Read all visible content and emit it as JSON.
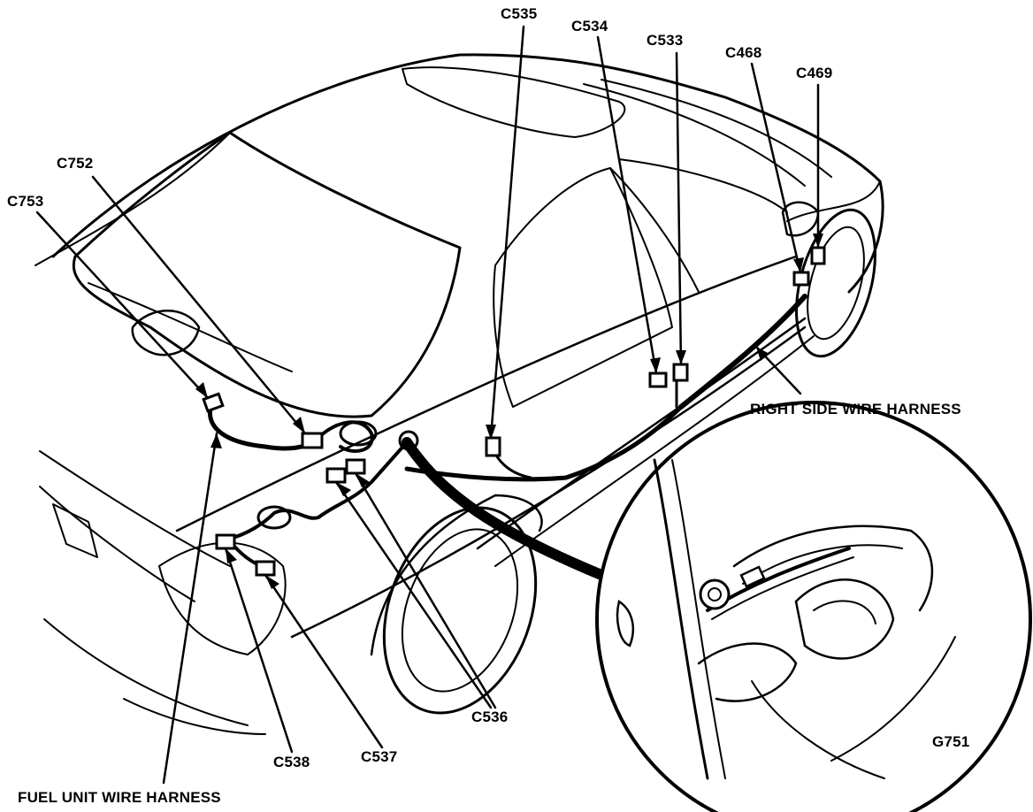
{
  "labels": {
    "c535": "C535",
    "c534": "C534",
    "c533": "C533",
    "c468": "C468",
    "c469": "C469",
    "c752": "C752",
    "c753": "C753",
    "right_harness": "RIGHT SIDE WIRE HARNESS",
    "c536": "C536",
    "g751": "G751",
    "c537": "C537",
    "c538": "C538",
    "fuel_harness": "FUEL UNIT WIRE HARNESS"
  },
  "colors": {
    "line": "#000000",
    "background": "#ffffff"
  }
}
